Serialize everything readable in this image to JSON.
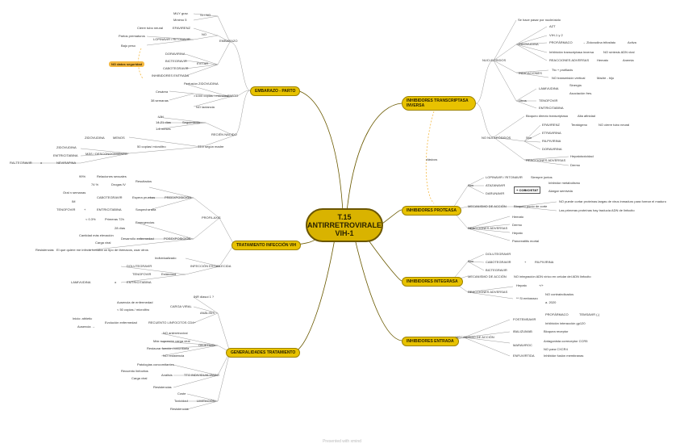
{
  "central": {
    "line1": "T.15",
    "line2": "ANTIRRETROVIRALE",
    "line3": "VIH-1"
  },
  "mains": {
    "embarazo": "EMBARAZO - PARTO",
    "inhib_rt": "INHIBIDORES TRANSCRIPTASA INVERSA",
    "tratamiento": "TRATAMIENTO INFECCIÓN VIH",
    "proteasa": "INHIBIDORES PROTEASA",
    "integrasa": "INHIBIDORES INTEGRASA",
    "entrada": "INHIBIDORES ENTRADA",
    "generalidades": "GENERALIDADES TRATAMIENTO"
  },
  "embarazo": {
    "parto": "PARTO",
    "recien_nacido": "RECIÉN NACIDO",
    "embarazo": "EMBARAZO",
    "no": "NO",
    "si_no": "SI / NO",
    "evitar": "EVITAR",
    "muy_gran": "MUY grav.",
    "minimo_5": "Mínimo 5",
    "efavirenz": "EFAVIRENZ",
    "cierre": "Cierre tubo neural",
    "lopinavir": "LOPINAVIR / RITONAVIR",
    "partos_prem": "Partos prematuros",
    "bajo_peso": "Bajo peso",
    "doravirina": "DORAVIRINA",
    "bictegravir": "BICTEGRAVIR",
    "cabotegravir": "CABOTEGRAVIR",
    "inh_entrada": "INHIBIDORES ENTRADA",
    "perfusion": "Perfusión ZIDOVUDINA",
    "cesarea": "Cesárea",
    "semanas": "38 semanas",
    "copias": ">1000 copias / microlitro",
    "no_lactancia": "NO lactancia",
    "seguimiento": "Seguimiento",
    "vih": "VIH",
    "m14": "14-21 días",
    "m16": "1-6 meses",
    "cincuenta": "50 copias/ microlitro",
    "ttto": "TTO según madre",
    "zidovudina": "ZIDOVUDINA",
    "menos": "MENOS",
    "mas": "MÁS / DESCONOCIMIENTO",
    "zid2": "ZIDOVUDINA",
    "emtri": "EMTRICITABINA",
    "nevirapina": "NEVIRAPINA",
    "raltegravir": "RALTEGRAVIR",
    "o": "o",
    "note": "NO datos seguridad"
  },
  "rt": {
    "nucleosidos": "NUCLEÓSIDOS",
    "no_nucleosidos": "NO NUCLEÓSIDOS",
    "se_hace": "Se hace pasar por nucleósido",
    "zidovudina": "ZIDOVUDINA",
    "azt": "AZT",
    "vih": "VIH-1 y 2",
    "profarmaco": "PROFÁRMACO",
    "zid_tri": "→ Zidovudina trifosfato",
    "activa": "Activa",
    "inhibicion": "Inhibición transcriptasa inversa",
    "no_sintesis": "NO síntesis ADN viral",
    "reacciones": "REACCIONES ADVERSAS",
    "hemato": "Hemato",
    "anemia": "Anemia",
    "indicaciones": "INDICACIONES",
    "tto": "Tto + profilaxis",
    "no_trans": "NO transmisión vertical",
    "madre": "Madre - hijo",
    "otros": "Otros",
    "lamivudina": "LAMIVUDINA",
    "sinergia": "Sinergia",
    "asociacion": "Asociación fres.",
    "tenofovir": "TENOFOVIR",
    "emtricitabina": "EMTRICITABINA",
    "bloqueo": "Bloqueo directo transcriptasa",
    "alta_afinidad": "Alta afinidad",
    "son": "Son",
    "efavirenz": "EFAVIRENZ",
    "teratogeno": "Teratógeno",
    "no_cierre": "NO cierre tubo neural",
    "etravirina": "ETRAVIRINA",
    "rilpivirina": "RILPIVIRINA",
    "doravirina": "DORAVIRINA",
    "reacc2": "REACCIONES ADVERSAS",
    "hepato": "Hepatotoxicidad",
    "dermo": "Dermo",
    "clasicos": "clásicos"
  },
  "proteasa": {
    "son": "Son",
    "lopinavir": "LOPINAVIR / RITONAVIR",
    "siempre": "Siempre juntos",
    "atazanavir": "ATAZANAVIR",
    "darunavir": "DARUNAVIR",
    "cobicistat": "+ COBICISTAT",
    "inhibidor": "Inhibidor metabolismo",
    "alargar": "Alargar semivida",
    "mecanismo": "MECANISMO DE ACCIÓN",
    "bloqueo": "Bloqueo punto de corte",
    "no_puede": "NO puede cortar proteínas largas de virus inmaduro para formar el maduro",
    "las_primeras": "Las primeras proteínas hay traducía ADN de linfocito",
    "reacciones": "REACCIONES ADVERSAS",
    "hemato": "Hemato",
    "dermo": "Dermo",
    "hepato": "Hepato",
    "pancreatitis": "Pancreatitis mortal"
  },
  "integrasa": {
    "son": "Son",
    "dolutegravir": "DOLUTEGRAVIR",
    "cabotegravir": "CABOTEGRAVIR",
    "plus": "+",
    "rilpivirina": "RILPIVIRINA",
    "bictegravir": "BICTEGRAVIR",
    "mecanismo": "MECANISMO DE ACCIÓN",
    "no_integracion": "NO integración ADN vírico en celular del ADN linfocito",
    "reacciones": "REACCIONES ADVERSAS",
    "hepato": "Hepato",
    "pp": "+/+",
    "ttt": "** Si embarazo",
    "no_contra": "NO contraindicados",
    "a2020": "a. 2020"
  },
  "entrada": {
    "mecanismo": "MECANISMO DE ACCIÓN",
    "fostemsavir": "FOSTEMSAVIR",
    "profarmaco": "PROFÁRMACO",
    "temsavir": "TEMSAVIR (-)",
    "inhib_gp": "Inhibición interacción gp120",
    "ibalizumab": "IBALIZUMAB",
    "bloquea": "Bloquea receptor",
    "maraviroc": "MARAVIROC",
    "antagonista": "Antagonista correceptor CCR5",
    "no_cxcr": "NO para CXCR4",
    "enfuvirtida": "ENFUVIRTIDA",
    "inhib_fusion": "Inhibidor fusión membranas"
  },
  "tratamiento": {
    "preexposicion": "PREEXPOSICIÓN",
    "profilaxis": "PROFILAXIS",
    "postexposicion": "POSEXPOSICIÓN",
    "infeccion": "INFECCIÓN ESTABLECIDA",
    "p99": "99%",
    "relaciones": "Relaciones sexuales",
    "resultados": "Resultados",
    "p74": "74 %",
    "drogas": "Drogas IV",
    "oral": "Oral n semanas",
    "cabotegravir": "CABOTEGRAVIR",
    "espera": "Espera pruebas",
    "im": "IM",
    "tenofovir": "TENOFOVIR",
    "plus": "+",
    "emtricitabina": "EMTRICITABINA",
    "sospecha": "Sospecha alta",
    "p03": "< 0.3%",
    "primeras": "Primeras 72h",
    "emergencias": "Emergencias",
    "dias28": "28 días",
    "cantidad": "Cantidad más elevación",
    "desarrollo": "Desarrollo enfermedad",
    "carga": "Carga viral",
    "el_que": "El que quiere me infecto tomaba un tipo de fármacos, usar otros",
    "resistencias": "Resistencias",
    "individualizado": "Individualizado",
    "dolutegravir": "DOLUTEGRAVIR",
    "estandard": "Estándard",
    "tenofovir2": "TENOFOVIR",
    "emtri2": "EMTRICITABINA",
    "lamivudina": "LAMIVUDINA",
    "o": "o"
  },
  "generalidades": {
    "analisis": "ANÁLISIS",
    "objetivo": "OBJETIVO",
    "tto_ind": "TTO INDIVIDUALIZADO",
    "limitacion": "LIMITACIÓN",
    "inicio": "INR diasoi 1 ?",
    "carga": "CARGA VIRAL",
    "ausencia": "Ausencia de enfermedad",
    "copias": "< 50 copias / microlitro",
    "recuento": "RECUENTO LINFOCITOS CD4+",
    "inicio2": "Inicio: athletic",
    "evolucion": "Evolución enfermedad",
    "ausencia2": "Ausencia → ",
    "no_anti": "NO antirretroviral",
    "max": "Máx supresión carga viral",
    "restaurar": "Restaurar función inmunitaria",
    "no_res": "NO resistencia",
    "patologias": "Patologías concomitantes",
    "recuento2": "Recuento linfocitos",
    "analisis2": "Análisis",
    "carga2": "Carga viral",
    "resistencias": "Resistencias",
    "coste": "Coste",
    "toxicidad": "Toxicidad",
    "resistencias2": "Resistencias"
  },
  "footer": "Presented with xmind"
}
